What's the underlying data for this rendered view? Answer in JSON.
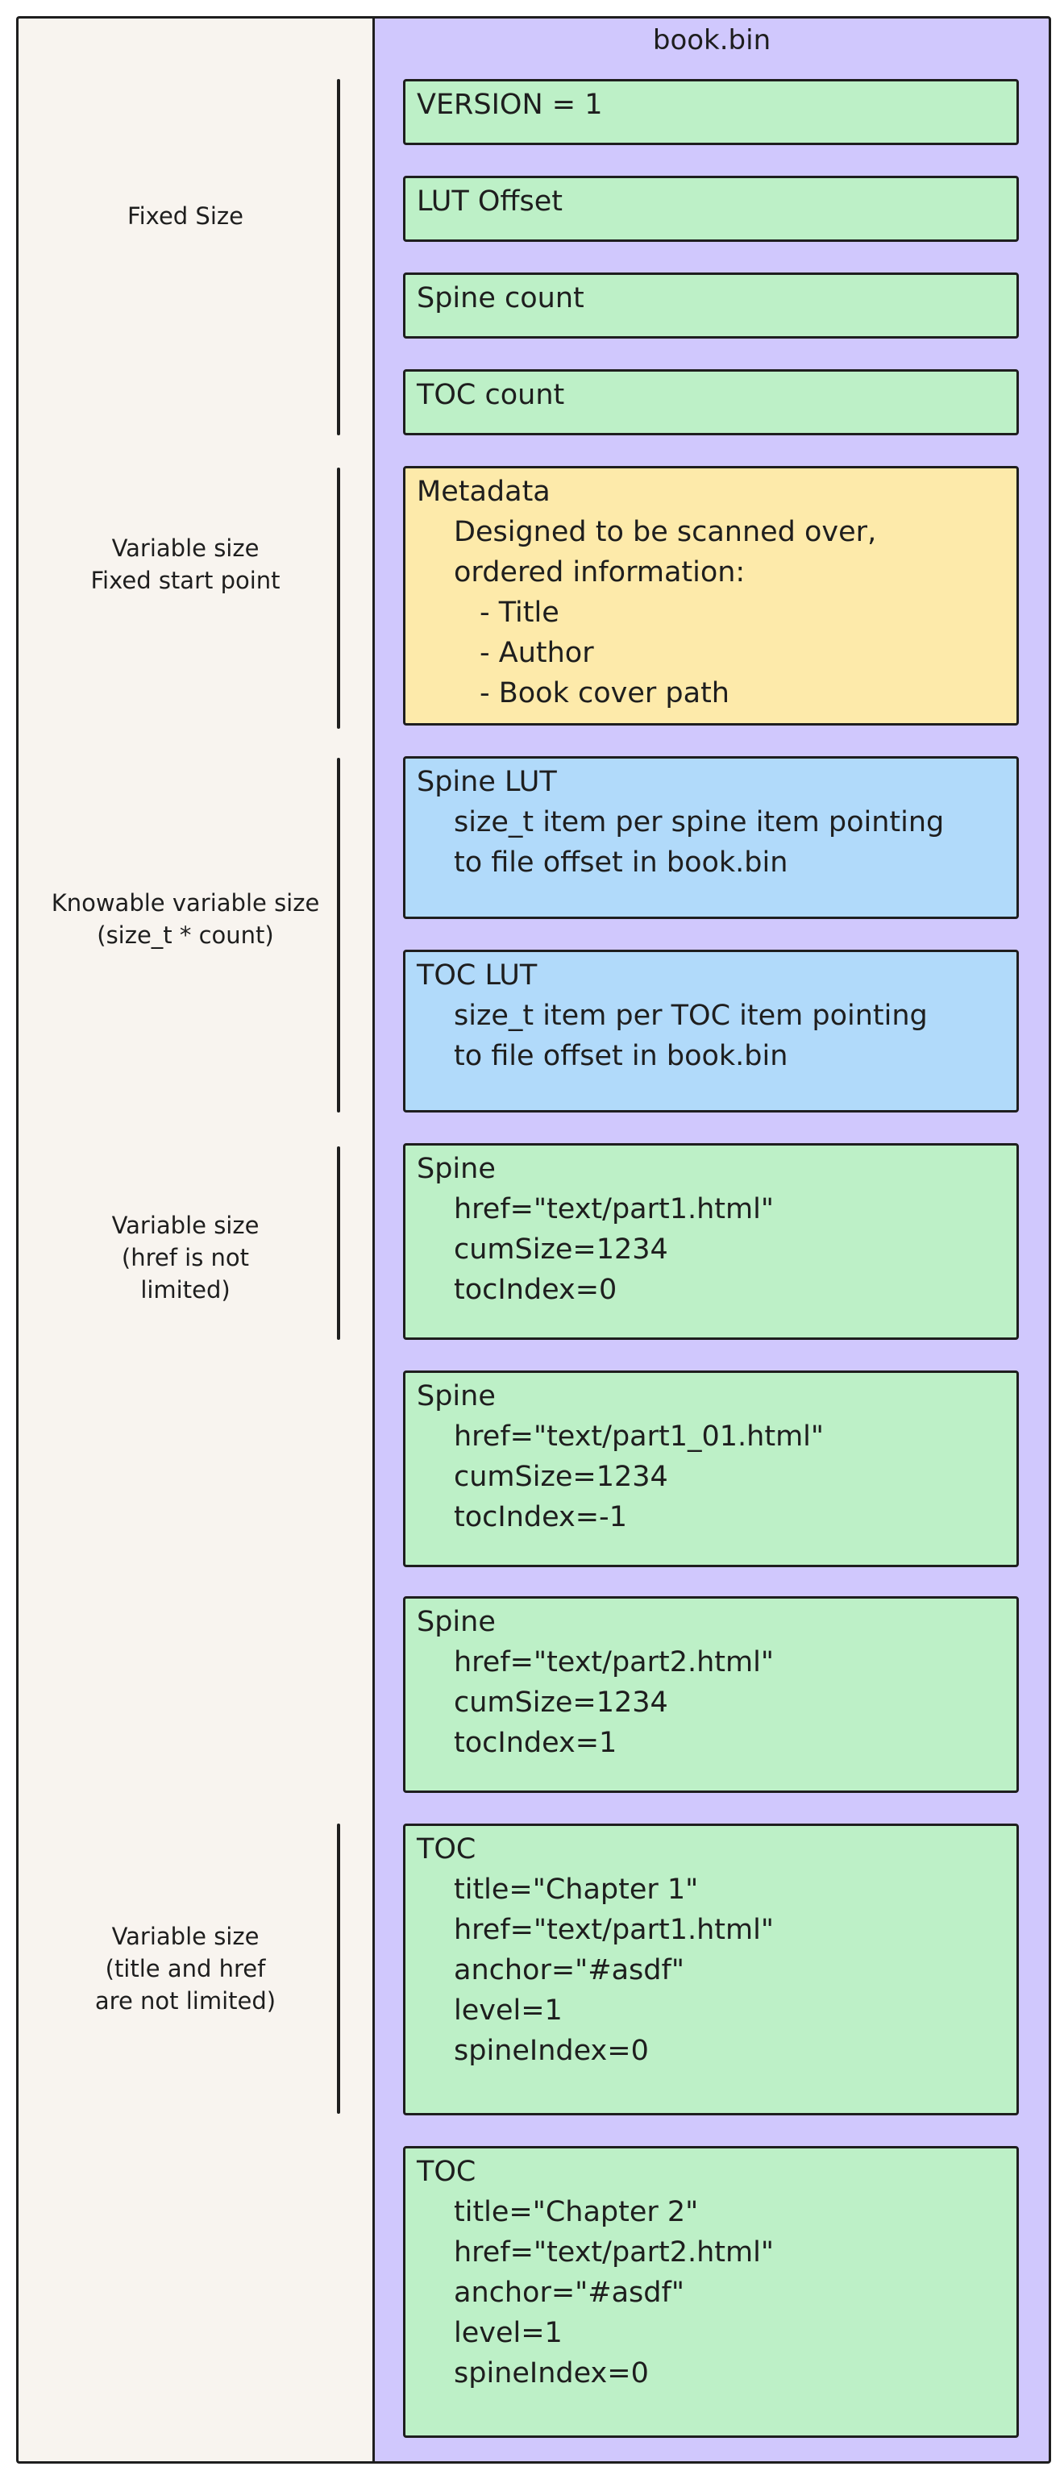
{
  "file_name": "book.bin",
  "groups": [
    {
      "lines": [
        "Fixed Size"
      ]
    },
    {
      "lines": [
        "Variable size",
        "Fixed start point"
      ]
    },
    {
      "lines": [
        "Knowable variable size",
        "(size_t * count)"
      ]
    },
    {
      "lines": [
        "Variable size",
        "(href is not",
        "limited)"
      ]
    },
    {
      "lines": [
        "Variable size",
        "(title and href",
        "are not limited)"
      ]
    }
  ],
  "boxes": {
    "version": {
      "title": "VERSION = 1"
    },
    "lut_offset": {
      "title": "LUT Offset"
    },
    "spine_count": {
      "title": "Spine count"
    },
    "toc_count": {
      "title": "TOC count"
    },
    "metadata": {
      "title": "Metadata",
      "lines": [
        "Designed to be scanned over,",
        "ordered information:"
      ],
      "items": [
        "- Title",
        "- Author",
        "- Book cover path"
      ]
    },
    "spine_lut": {
      "title": "Spine LUT",
      "lines": [
        "size_t item per spine item pointing",
        "to file offset in book.bin"
      ]
    },
    "toc_lut": {
      "title": "TOC LUT",
      "lines": [
        "size_t item per TOC item pointing",
        "to file offset in book.bin"
      ]
    },
    "spine_1": {
      "title": "Spine",
      "lines": [
        "href=\"text/part1.html\"",
        "cumSize=1234",
        "tocIndex=0"
      ]
    },
    "spine_2": {
      "title": "Spine",
      "lines": [
        "href=\"text/part1_01.html\"",
        "cumSize=1234",
        "tocIndex=-1"
      ]
    },
    "spine_3": {
      "title": "Spine",
      "lines": [
        "href=\"text/part2.html\"",
        "cumSize=1234",
        "tocIndex=1"
      ]
    },
    "toc_1": {
      "title": "TOC",
      "lines": [
        "title=\"Chapter 1\"",
        "href=\"text/part1.html\"",
        "anchor=\"#asdf\"",
        "level=1",
        "spineIndex=0"
      ]
    },
    "toc_2": {
      "title": "TOC",
      "lines": [
        "title=\"Chapter 2\"",
        "href=\"text/part2.html\"",
        "anchor=\"#asdf\"",
        "level=1",
        "spineIndex=0"
      ]
    }
  },
  "colors": {
    "fixed_field": "#bdf0c7",
    "metadata": "#fdeaaa",
    "lookup_table": "#b1dafa",
    "variable_record": "#bdf0c7",
    "file_background": "#d0c8fd",
    "notes_background": "#f8f4ef"
  }
}
